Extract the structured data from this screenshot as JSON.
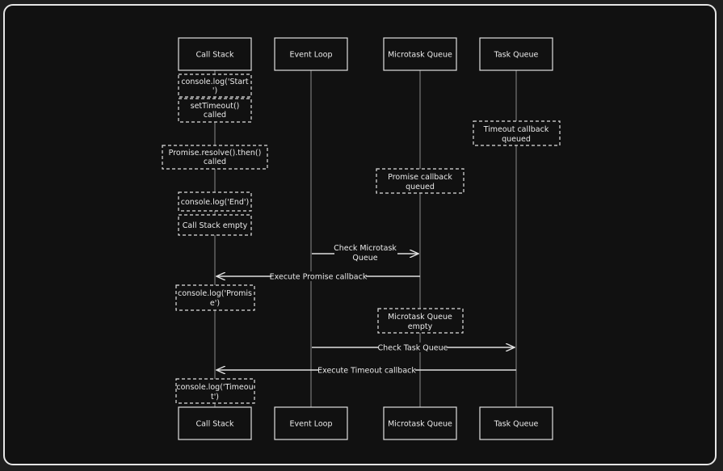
{
  "participants": [
    {
      "key": "callstack",
      "label": "Call Stack"
    },
    {
      "key": "eventloop",
      "label": "Event Loop"
    },
    {
      "key": "microtask",
      "label": "Microtask Queue"
    },
    {
      "key": "taskqueue",
      "label": "Task Queue"
    }
  ],
  "notes": {
    "log_start": [
      "console.log('Start",
      "')"
    ],
    "settimeout_called": [
      "setTimeout()",
      "called"
    ],
    "timeout_queued": [
      "Timeout callback",
      "queued"
    ],
    "promise_resolve_called": [
      "Promise.resolve().then()",
      "called"
    ],
    "promise_queued": [
      "Promise callback",
      "queued"
    ],
    "log_end": [
      "console.log('End')"
    ],
    "stack_empty": [
      "Call Stack empty"
    ],
    "log_promise": [
      "console.log('Promis",
      "e')"
    ],
    "microtask_empty": [
      "Microtask Queue",
      "empty"
    ],
    "log_timeout": [
      "console.log('Timeou",
      "t')"
    ]
  },
  "messages": {
    "check_microtask": [
      "Check Microtask",
      "Queue"
    ],
    "execute_promise": "Execute Promise callback",
    "check_task": "Check Task Queue",
    "execute_timeout": "Execute Timeout callback"
  }
}
